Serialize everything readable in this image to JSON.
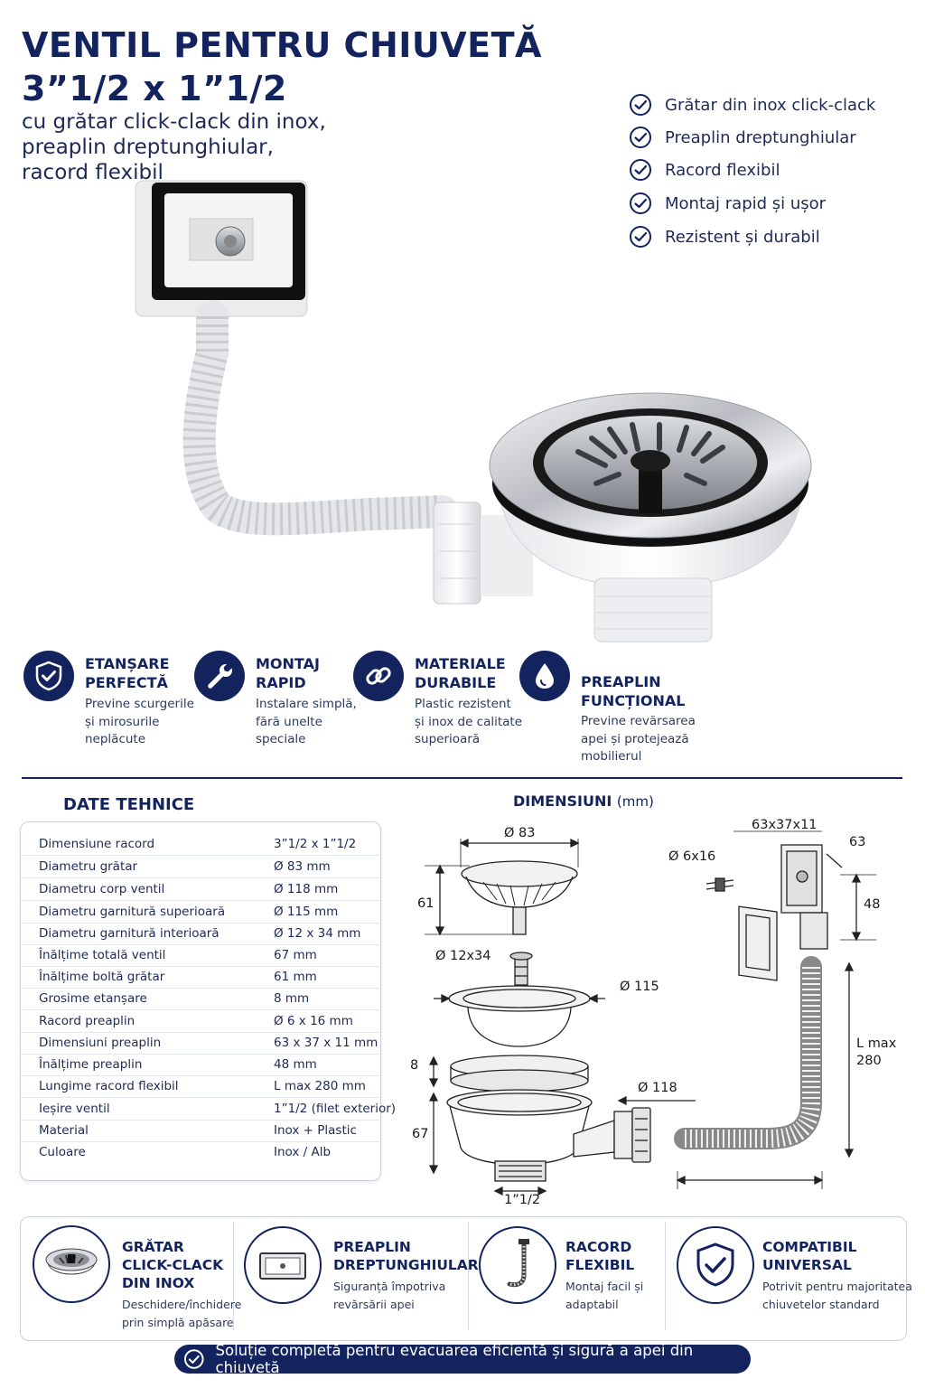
{
  "header": {
    "title_line1": "VENTIL PENTRU CHIUVETĂ",
    "title_line2": "3”1/2 x 1”1/2",
    "subtitle_lines": [
      "cu grătar click-clack din inox,",
      "preaplin dreptunghiular,",
      "racord flexibil"
    ]
  },
  "checklist": [
    "Grătar din inox click-clack",
    "Preaplin dreptunghiular",
    "Racord flexibil",
    "Montaj rapid și ușor",
    "Rezistent și durabil"
  ],
  "features": [
    {
      "icon": "shield-check-icon",
      "title_lines": [
        "ETANȘARE",
        "PERFECTĂ"
      ],
      "text_lines": [
        "Previne scurgerile",
        "și mirosurile",
        "neplăcute"
      ]
    },
    {
      "icon": "wrench-icon",
      "title_lines": [
        "MONTAJ",
        "RAPID"
      ],
      "text_lines": [
        "Instalare simplă,",
        "fără unelte",
        "speciale"
      ]
    },
    {
      "icon": "chain-link-icon",
      "title_lines": [
        "MATERIALE",
        "DURABILE"
      ],
      "text_lines": [
        "Plastic rezistent",
        "și inox de calitate",
        "superioară"
      ]
    },
    {
      "icon": "water-drop-icon",
      "title_lines": [
        "PREAPLIN",
        "FUNCȚIONAL"
      ],
      "text_lines": [
        "Previne revărsarea",
        "apei și protejează",
        "mobilierul"
      ]
    }
  ],
  "specs": {
    "title": "DATE TEHNICE",
    "rows": [
      {
        "label": "Dimensiune racord",
        "value": "3”1/2 x 1”1/2"
      },
      {
        "label": "Diametru grătar",
        "value": "Ø 83 mm"
      },
      {
        "label": "Diametru corp ventil",
        "value": "Ø 118 mm"
      },
      {
        "label": "Diametru garnitură superioară",
        "value": "Ø 115 mm"
      },
      {
        "label": "Diametru garnitură interioară",
        "value": "Ø 12 x 34 mm"
      },
      {
        "label": "Înălțime totală ventil",
        "value": "67 mm"
      },
      {
        "label": "Înălțime boltă grătar",
        "value": "61 mm"
      },
      {
        "label": "Grosime etanșare",
        "value": "8 mm"
      },
      {
        "label": "Racord preaplin",
        "value": "Ø 6 x 16 mm"
      },
      {
        "label": "Dimensiuni preaplin",
        "value": "63 x 37 x 11 mm"
      },
      {
        "label": "Înălțime preaplin",
        "value": "48 mm"
      },
      {
        "label": "Lungime racord flexibil",
        "value": "L max 280 mm"
      },
      {
        "label": "Ieșire ventil",
        "value": "1”1/2 (filet exterior)"
      },
      {
        "label": "Material",
        "value": "Inox + Plastic"
      },
      {
        "label": "Culoare",
        "value": "Inox / Alb"
      }
    ]
  },
  "dimensions": {
    "title": "DIMENSIUNI",
    "unit": "(mm)",
    "labels": {
      "strainer_d": "Ø 83",
      "strainer_h": "61",
      "bolt": "Ø 12x34",
      "gasket_d": "Ø 115",
      "seal": "8",
      "body_h": "67",
      "body_d": "Ø 118",
      "outlet": "1”1/2",
      "overflow_size": "63x37x11",
      "overflow_w": "63",
      "overflow_h": "48",
      "screw": "Ø 6x16",
      "hose_len_1": "L max",
      "hose_len_2": "280"
    }
  },
  "bottom_features": [
    {
      "icon": "strainer-icon",
      "title_lines": [
        "GRĂTAR",
        "CLICK-CLACK",
        "DIN INOX"
      ],
      "text_lines": [
        "Deschidere/închidere",
        "prin simplă apăsare"
      ]
    },
    {
      "icon": "overflow-plate-icon",
      "title_lines": [
        "PREAPLIN",
        "DREPTUNGHIULAR"
      ],
      "text_lines": [
        "Siguranță împotriva",
        "revărsării apei"
      ]
    },
    {
      "icon": "flexible-hose-icon",
      "title_lines": [
        "RACORD",
        "FLEXIBIL"
      ],
      "text_lines": [
        "Montaj facil și",
        "adaptabil"
      ]
    },
    {
      "icon": "shield-check-icon",
      "title_lines": [
        "COMPATIBIL",
        "UNIVERSAL"
      ],
      "text_lines": [
        "Potrivit pentru majoritatea",
        "chiuvetelor standard"
      ]
    }
  ],
  "banner": {
    "icon": "check-circle-icon",
    "text": "Soluție completă pentru evacuarea eficientă și sigură a apei din chiuvetă"
  }
}
